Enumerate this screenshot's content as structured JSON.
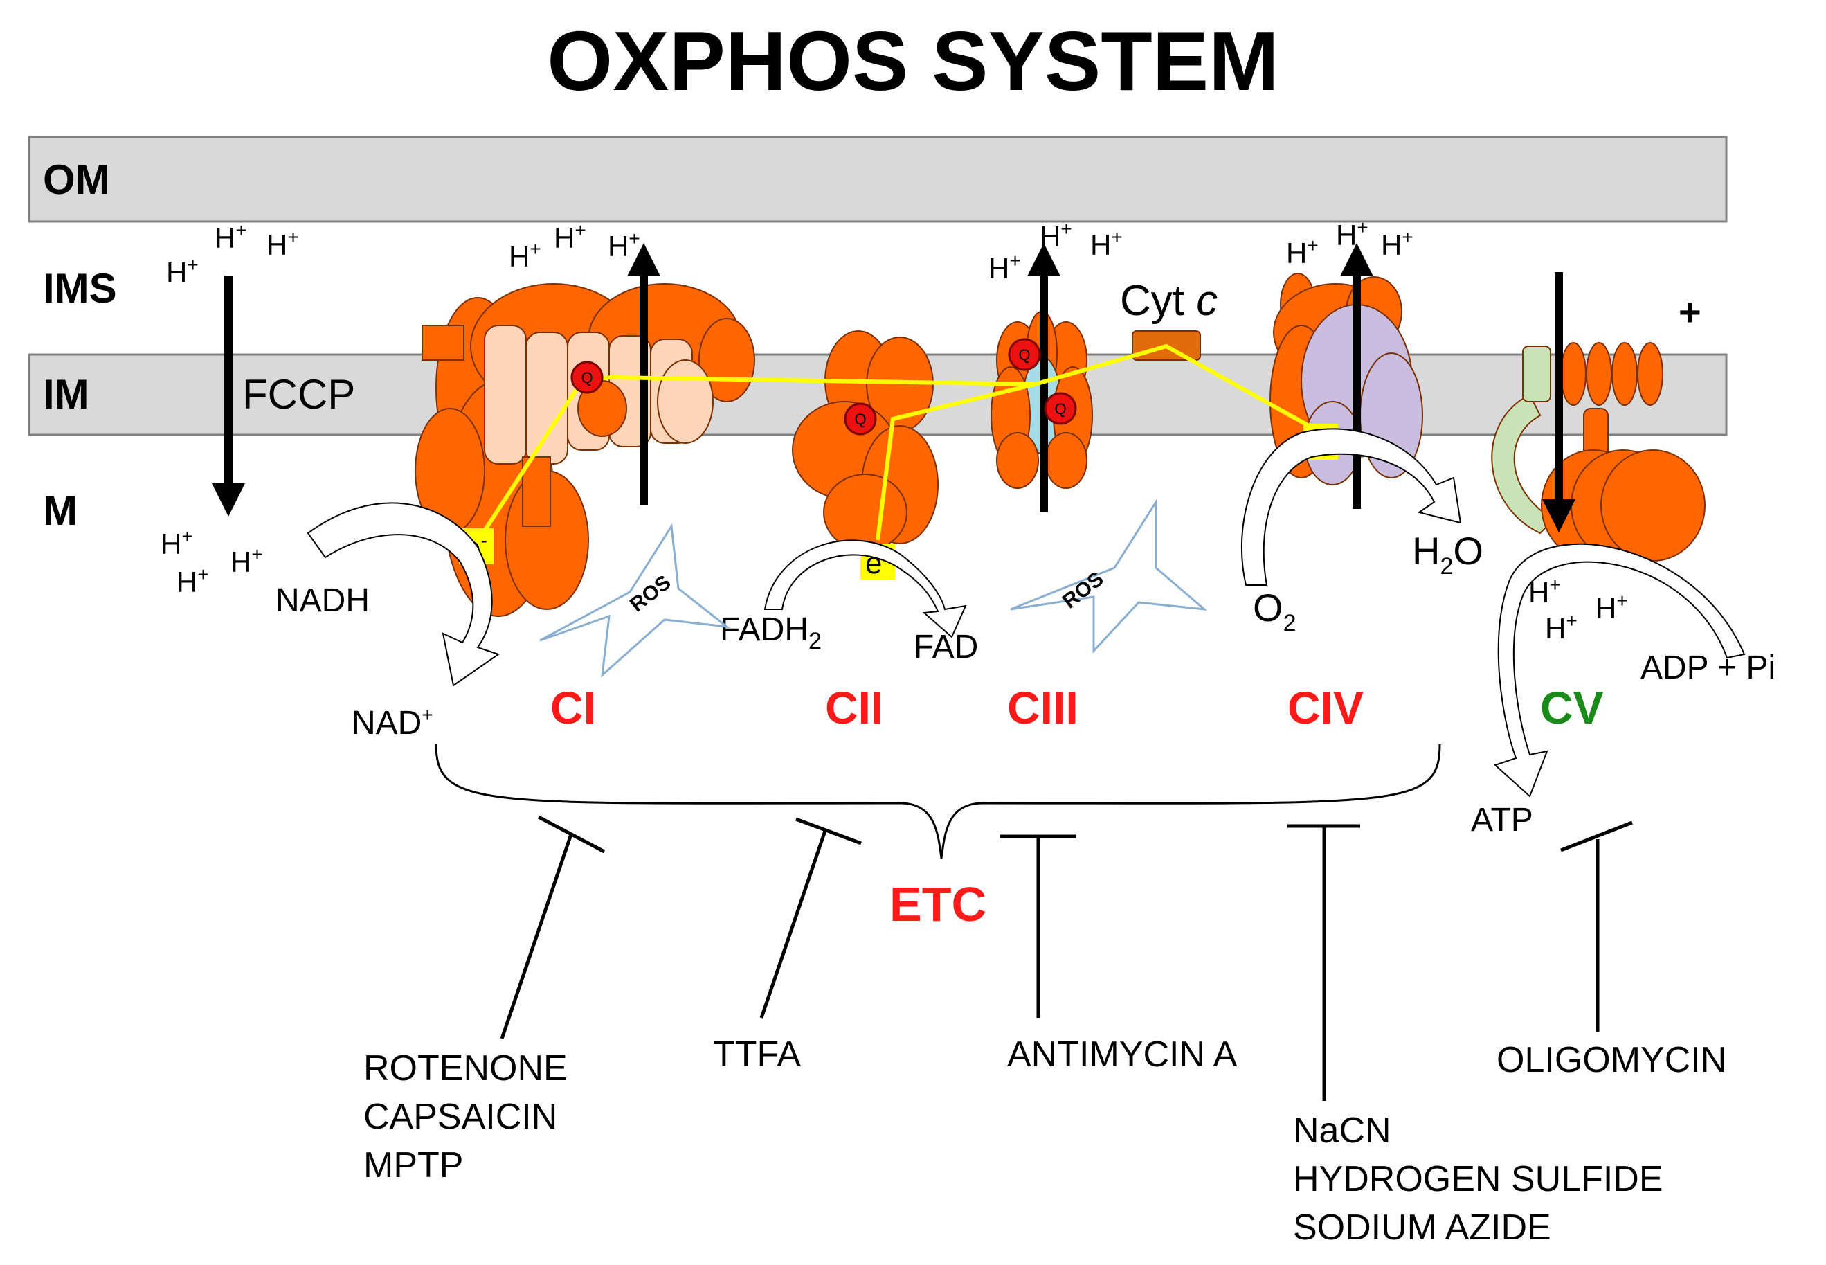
{
  "title": "OXPHOS SYSTEM",
  "layers": {
    "om": "OM",
    "ims": "IMS",
    "im": "IM",
    "m": "M"
  },
  "symbols": {
    "proton": "H",
    "proton_charge": "+",
    "electron": "e",
    "electron_charge": "-",
    "ubiquinone": "Q",
    "ros": "ROS",
    "plus": "+",
    "minus": "-"
  },
  "uncoupler": "FCCP",
  "cyt_c": {
    "prefix": "Cyt ",
    "italic": "c"
  },
  "substrates": {
    "nadh": "NADH",
    "nad_plus": "NAD",
    "fadh2": "FADH",
    "fadh2_sub": "2",
    "fad": "FAD",
    "o2": "O",
    "o2_sub": "2",
    "h2o_h": "H",
    "h2o_sub": "2",
    "h2o_o": "O",
    "adp_pi": "ADP + Pi",
    "atp": "ATP"
  },
  "complexes": [
    {
      "id": "CI",
      "label": "CI",
      "color": "#ff1a1a"
    },
    {
      "id": "CII",
      "label": "CII",
      "color": "#ff1a1a"
    },
    {
      "id": "CIII",
      "label": "CIII",
      "color": "#ff1a1a"
    },
    {
      "id": "CIV",
      "label": "CIV",
      "color": "#ff1a1a"
    },
    {
      "id": "CV",
      "label": "CV",
      "color": "#1a8a1a"
    }
  ],
  "etc_label": "ETC",
  "inhibitors": {
    "ci": [
      "ROTENONE",
      "CAPSAICIN",
      "MPTP"
    ],
    "cii": [
      "TTFA"
    ],
    "ciii": [
      "ANTIMYCIN A"
    ],
    "civ": [
      "NaCN",
      "HYDROGEN SULFIDE",
      "SODIUM AZIDE"
    ],
    "cv": [
      "OLIGOMYCIN"
    ]
  },
  "colors": {
    "membrane_fill": "#d9d9d9",
    "complex_orange": "#ff6600",
    "complex_peach": "#fdd5b8",
    "cyt_box": "#e36c0a",
    "ciii_core": "#a6dbe8",
    "civ_core": "#c9bde0",
    "cv_stator": "#c9e3b6",
    "electron_path": "#ffff00",
    "electron_box": "#ffff00",
    "q_red": "#ee1111",
    "ros_outline": "#8aaed0",
    "complex_label_red": "#ff1a1a",
    "complex_label_green": "#1a8a1a"
  }
}
